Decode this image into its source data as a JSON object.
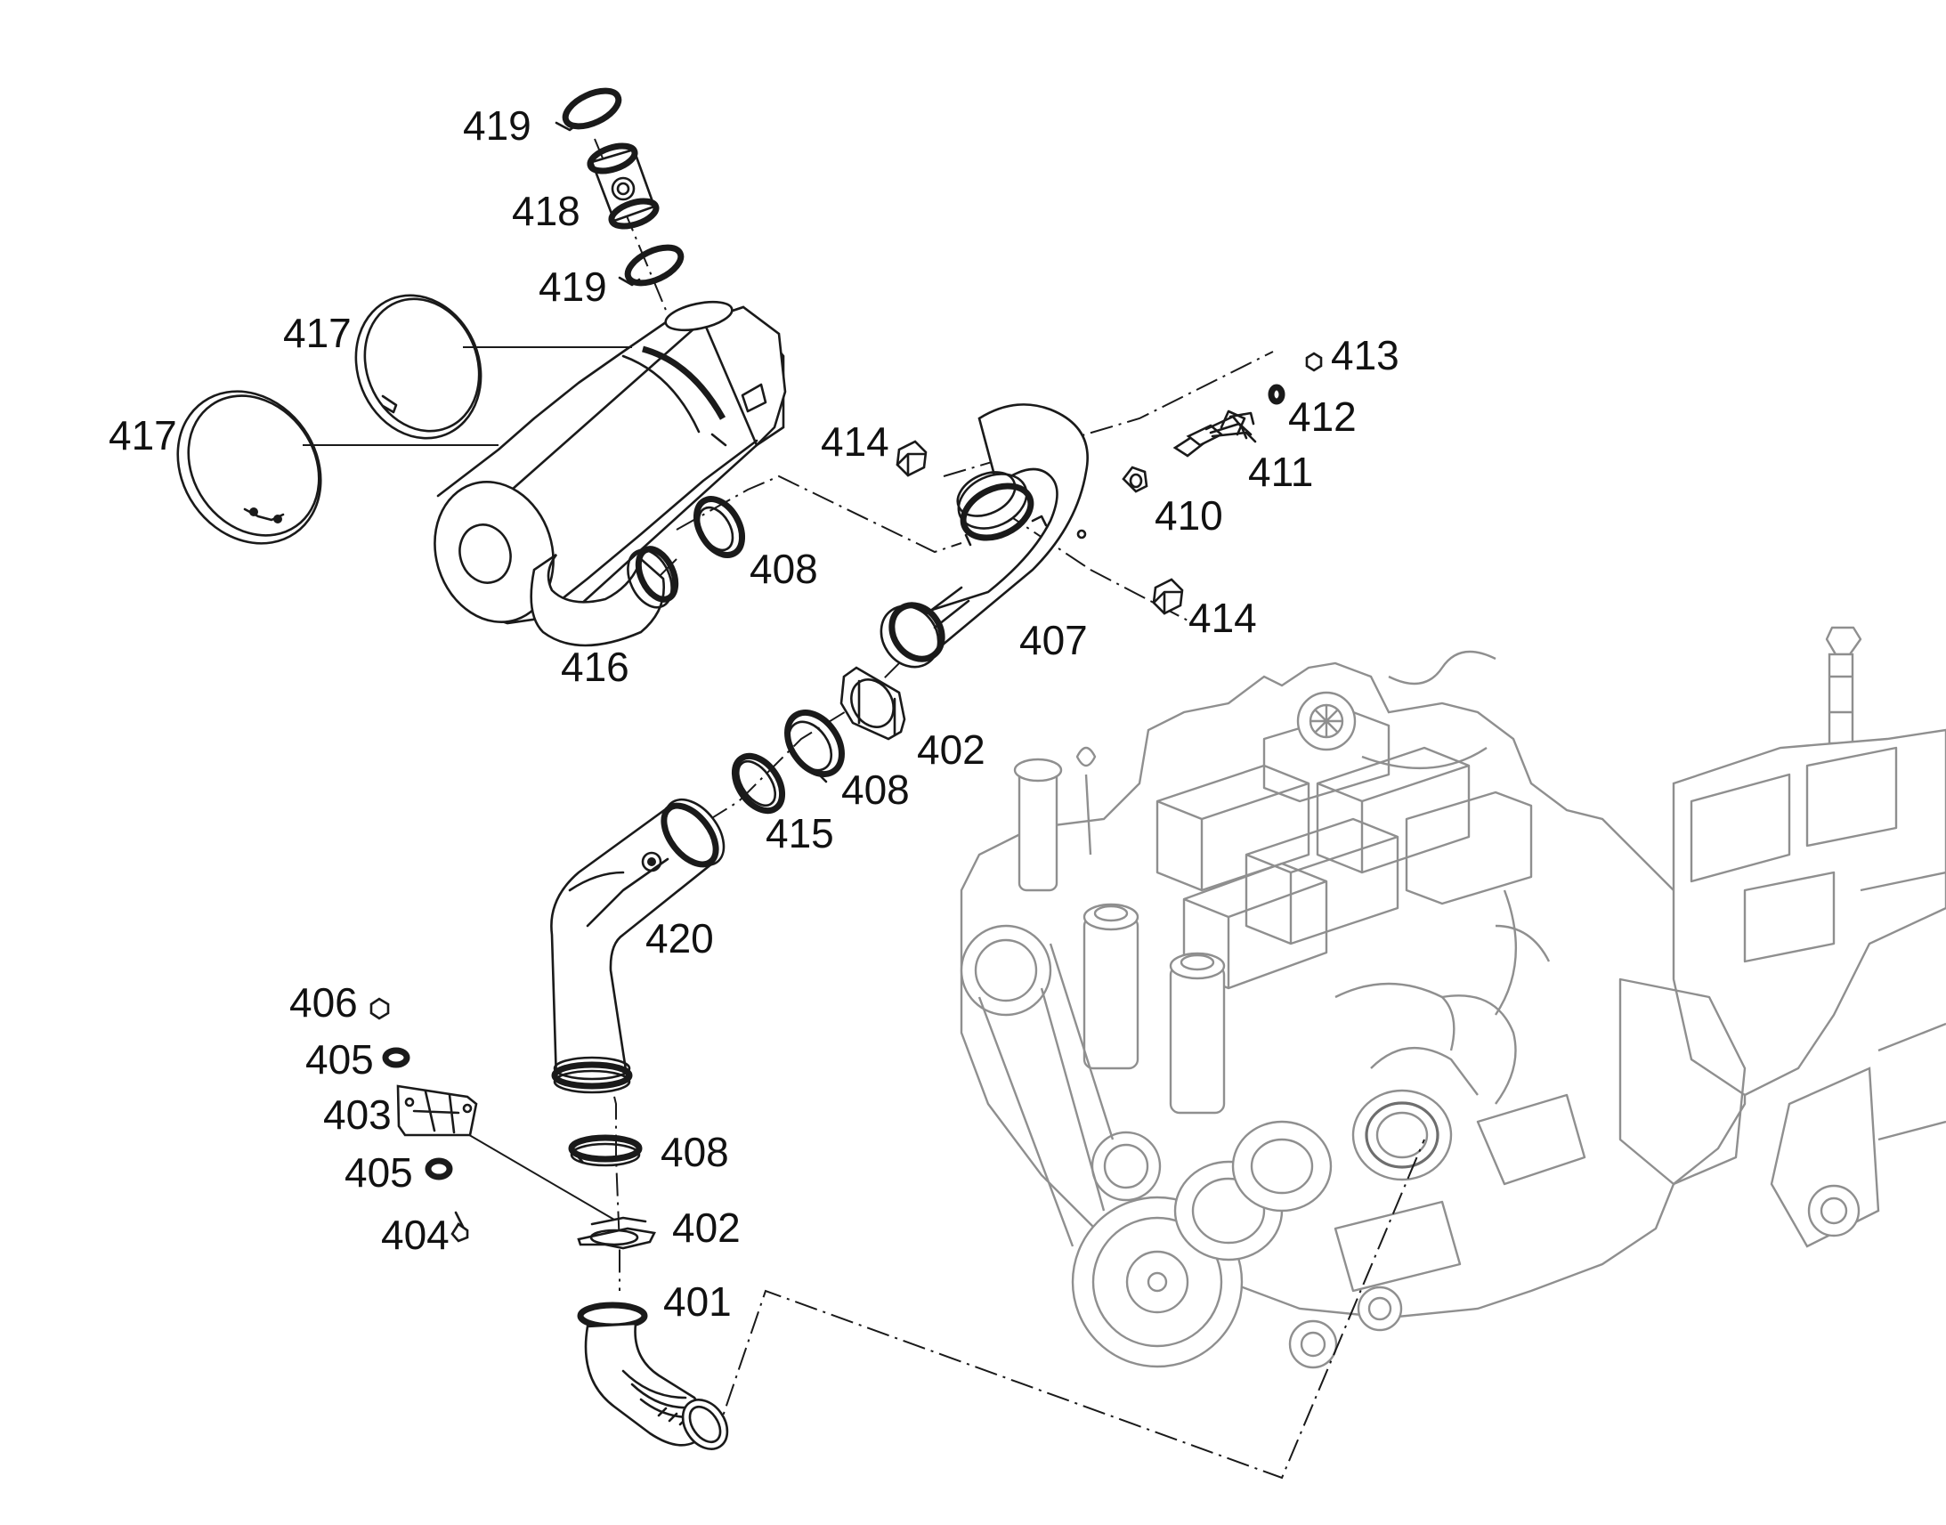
{
  "diagram": {
    "type": "exploded-parts-view",
    "line_color": "#1a1a1a",
    "engine_line_color": "#8f8f8f",
    "background": "#ffffff",
    "callouts": [
      {
        "id": "c-419-top",
        "label": "419"
      },
      {
        "id": "c-418",
        "label": "418"
      },
      {
        "id": "c-419-mid",
        "label": "419"
      },
      {
        "id": "c-417-upper",
        "label": "417"
      },
      {
        "id": "c-417-lower",
        "label": "417"
      },
      {
        "id": "c-413",
        "label": "413"
      },
      {
        "id": "c-412",
        "label": "412"
      },
      {
        "id": "c-411",
        "label": "411"
      },
      {
        "id": "c-414-upper",
        "label": "414"
      },
      {
        "id": "c-410",
        "label": "410"
      },
      {
        "id": "c-414-lower",
        "label": "414"
      },
      {
        "id": "c-408-upper",
        "label": "408"
      },
      {
        "id": "c-416",
        "label": "416"
      },
      {
        "id": "c-407",
        "label": "407"
      },
      {
        "id": "c-402-upper",
        "label": "402"
      },
      {
        "id": "c-408-mid",
        "label": "408"
      },
      {
        "id": "c-415",
        "label": "415"
      },
      {
        "id": "c-420",
        "label": "420"
      },
      {
        "id": "c-406",
        "label": "406"
      },
      {
        "id": "c-405-upper",
        "label": "405"
      },
      {
        "id": "c-403",
        "label": "403"
      },
      {
        "id": "c-408-lower",
        "label": "408"
      },
      {
        "id": "c-405-lower",
        "label": "405"
      },
      {
        "id": "c-402-lower",
        "label": "402"
      },
      {
        "id": "c-404",
        "label": "404"
      },
      {
        "id": "c-401",
        "label": "401"
      }
    ]
  }
}
